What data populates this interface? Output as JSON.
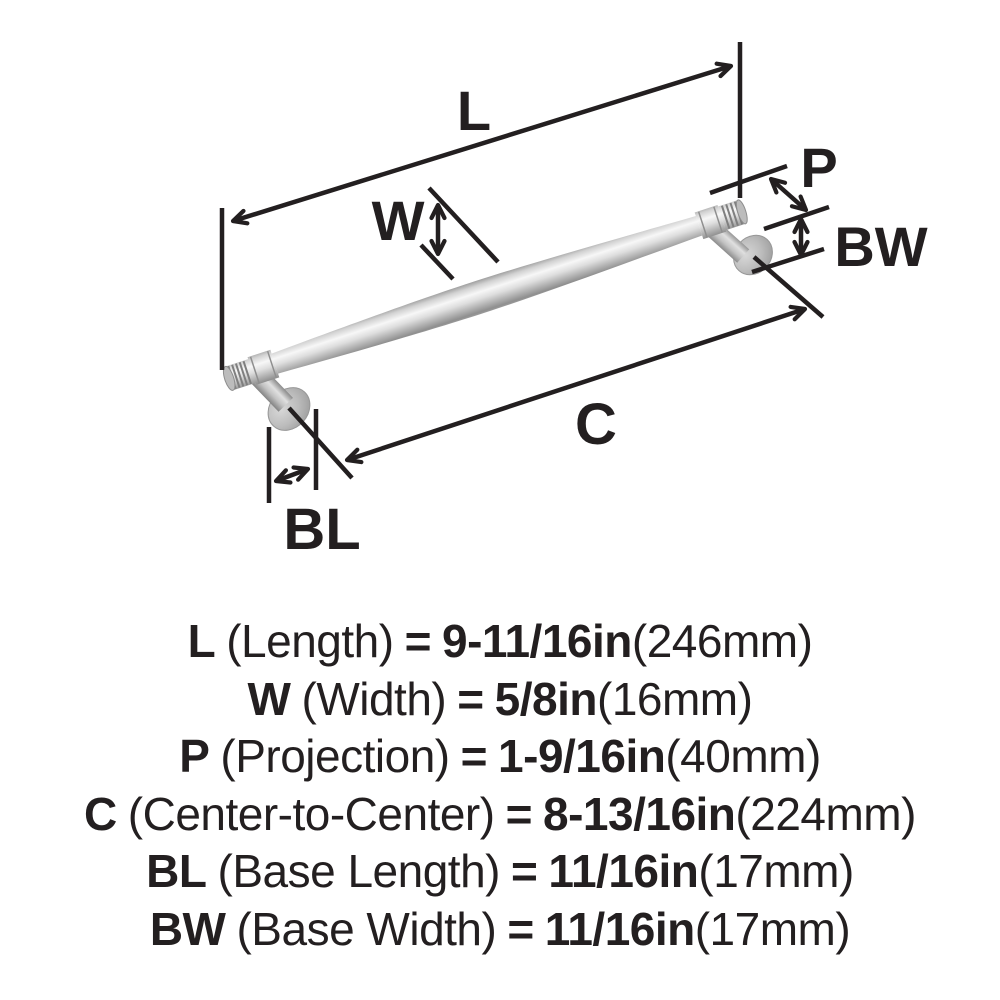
{
  "diagram": {
    "callouts": {
      "L": "L",
      "W": "W",
      "P": "P",
      "BW": "BW",
      "C": "C",
      "BL": "BL"
    }
  },
  "spec_lines": [
    {
      "code": "L",
      "name": "(Length)",
      "eq": "=",
      "imperial": "9-11/16in",
      "metric": "(246mm)"
    },
    {
      "code": "W",
      "name": "(Width)",
      "eq": "=",
      "imperial": "5/8in",
      "metric": "(16mm)"
    },
    {
      "code": "P",
      "name": "(Projection)",
      "eq": "=",
      "imperial": "1-9/16in",
      "metric": "(40mm)"
    },
    {
      "code": "C",
      "name": "(Center-to-Center)",
      "eq": "=",
      "imperial": "8-13/16in",
      "metric": "(224mm)"
    },
    {
      "code": "BL",
      "name": "(Base Length)",
      "eq": "=",
      "imperial": "11/16in",
      "metric": "(17mm)"
    },
    {
      "code": "BW",
      "name": "(Base Width)",
      "eq": "=",
      "imperial": "11/16in",
      "metric": "(17mm)"
    }
  ],
  "colors": {
    "background": "#ffffff",
    "line": "#231f20",
    "text": "#231f20",
    "metal_highlight": "#f7f7f7",
    "metal_mid": "#c8c8c8",
    "metal_dark": "#8a8a8a",
    "flange_gray": "#b5b5b5"
  }
}
